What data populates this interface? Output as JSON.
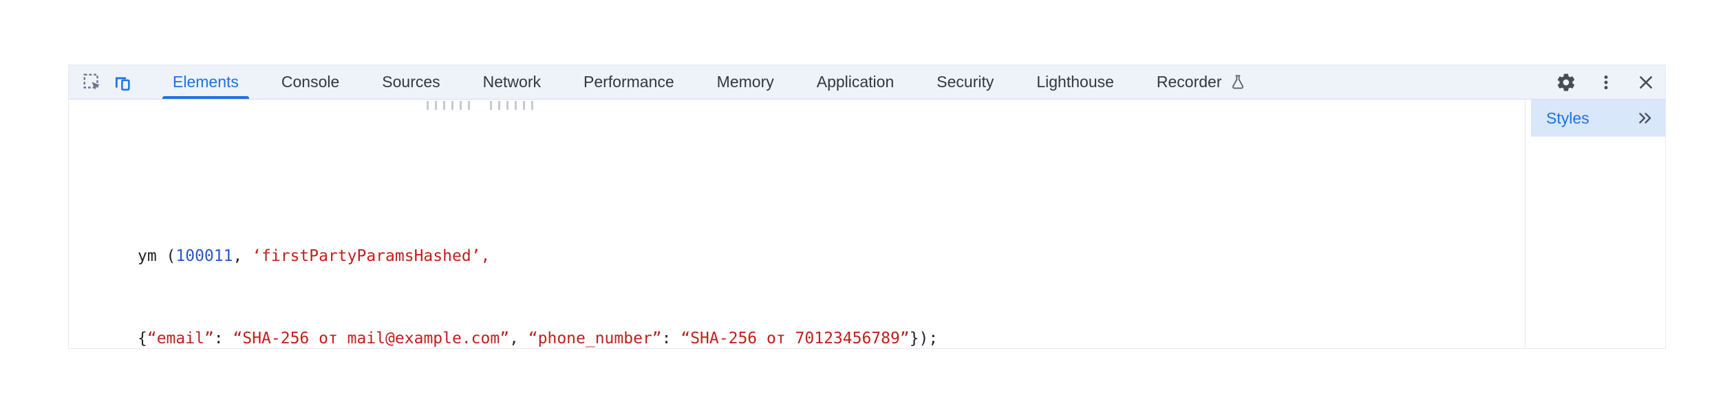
{
  "toolbar": {
    "tabs": [
      {
        "label": "Elements",
        "active": true
      },
      {
        "label": "Console"
      },
      {
        "label": "Sources"
      },
      {
        "label": "Network"
      },
      {
        "label": "Performance"
      },
      {
        "label": "Memory"
      },
      {
        "label": "Application"
      },
      {
        "label": "Security"
      },
      {
        "label": "Lighthouse"
      },
      {
        "label": "Recorder",
        "has_flask_icon": true
      }
    ],
    "left_icons": [
      {
        "name": "inspect-element-icon"
      },
      {
        "name": "toggle-device-toolbar-icon"
      }
    ],
    "right_icons": [
      {
        "name": "settings-gear-icon"
      },
      {
        "name": "more-options-icon"
      },
      {
        "name": "close-icon"
      }
    ]
  },
  "styles_panel": {
    "tab_label": "Styles",
    "expand_icon": "double-chevron-right-icon"
  },
  "code": {
    "lines": [
      {
        "segments": [
          {
            "text": "ym (",
            "type": "plain"
          },
          {
            "text": "100011",
            "type": "number"
          },
          {
            "text": ", ",
            "type": "plain"
          },
          {
            "text": "‘firstPartyParamsHashed’,",
            "type": "string"
          }
        ]
      },
      {
        "segments": [
          {
            "text": "{",
            "type": "plain"
          },
          {
            "text": "“email”",
            "type": "string"
          },
          {
            "text": ": ",
            "type": "plain"
          },
          {
            "text": "“SHA-256 от mail@example.com”",
            "type": "string"
          },
          {
            "text": ", ",
            "type": "plain"
          },
          {
            "text": "“phone_number”",
            "type": "string"
          },
          {
            "text": ": ",
            "type": "plain"
          },
          {
            "text": "“SHA-256 от 70123456789”",
            "type": "string"
          },
          {
            "text": "});",
            "type": "plain"
          }
        ]
      }
    ]
  },
  "colors": {
    "accent_blue": "#1a73e8",
    "toolbar_bg": "#eef2f9",
    "styles_tab_bg": "#d9e7fb",
    "code_number_blue": "#2a56c6",
    "code_string_red": "#c0201c",
    "code_plain": "#1f2328"
  }
}
